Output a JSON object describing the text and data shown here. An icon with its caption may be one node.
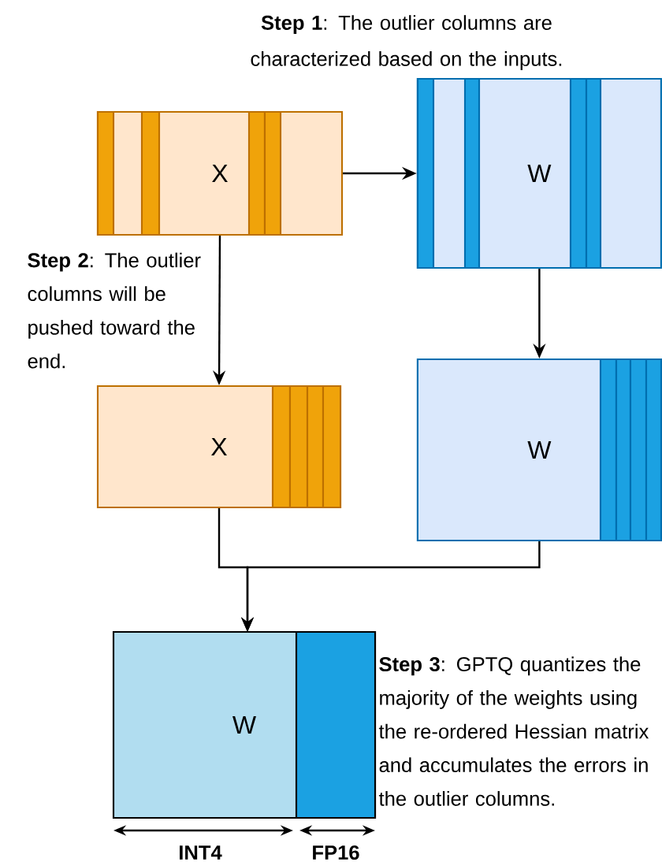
{
  "diagram": {
    "nodes": [
      {
        "text": [
          "X"
        ]
      },
      {
        "text": [
          "W"
        ]
      },
      {
        "text": [
          "X"
        ]
      },
      {
        "text": [
          "W"
        ]
      },
      {
        "text": [
          "W"
        ]
      }
    ],
    "edges": [
      {
        "from": 0,
        "to": 1,
        "arrow": "to"
      },
      {
        "from": 0,
        "to": 2,
        "arrow": "to"
      },
      {
        "from": 1,
        "to": 3,
        "arrow": "to"
      },
      {
        "from": 2,
        "to": 4,
        "arrow": "to"
      },
      {
        "from": 3,
        "to": 4,
        "arrow": "to"
      }
    ],
    "labels": [
      "**Step 1**: The outlier columns are characterized based on the inputs.",
      "**Step 2**: The outlier columns will be pushed toward the end.",
      "**Step 3**: GPTQ quantizes the majority of the weights using the re-ordered Hessian matrix and accumulates the errors in the outlier columns.",
      "INT4",
      "FP16"
    ]
  }
}
